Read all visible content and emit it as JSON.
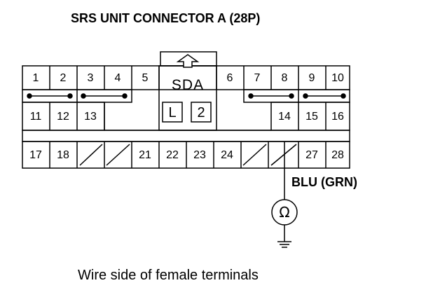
{
  "title": "SRS UNIT CONNECTOR A (28P)",
  "caption": "Wire side of female terminals",
  "connector": {
    "key_label": "SDA",
    "lock_labels": [
      "L",
      "2"
    ],
    "row1": [
      "1",
      "2",
      "3",
      "4",
      "5",
      "6",
      "7",
      "8",
      "9",
      "10"
    ],
    "row2": [
      "11",
      "12",
      "13",
      "14",
      "15",
      "16"
    ],
    "row3": [
      "17",
      "18",
      "21",
      "22",
      "23",
      "24",
      "27",
      "28"
    ]
  },
  "wire": {
    "label": "BLU (GRN)",
    "meter_symbol": "Ω"
  },
  "icons": {
    "key_arrow": "up-arrow-icon",
    "meter": "ohmmeter-icon",
    "ground": "ground-icon"
  }
}
